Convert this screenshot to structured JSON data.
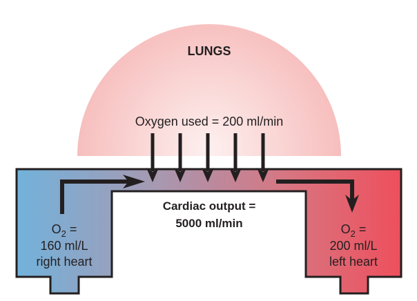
{
  "lungs": {
    "title": "LUNGS",
    "oxygen_used": "Oxygen used = 200 ml/min"
  },
  "cardiac_output": {
    "line1": "Cardiac output =",
    "line2": "5000 ml/min"
  },
  "right_heart": {
    "o2_symbol": "O",
    "o2_subscript": "2",
    "o2_eq": " =",
    "value": "160 ml/L",
    "label": "right heart",
    "color": "#72b2db"
  },
  "left_heart": {
    "o2_symbol": "O",
    "o2_subscript": "2",
    "o2_eq": " =",
    "value": "200 ml/L",
    "label": "left heart",
    "color": "#ee4f5c"
  },
  "colors": {
    "lungs_center": "#fdf0ef",
    "lungs_edge": "#f6bcbb",
    "outline": "#231f20"
  }
}
